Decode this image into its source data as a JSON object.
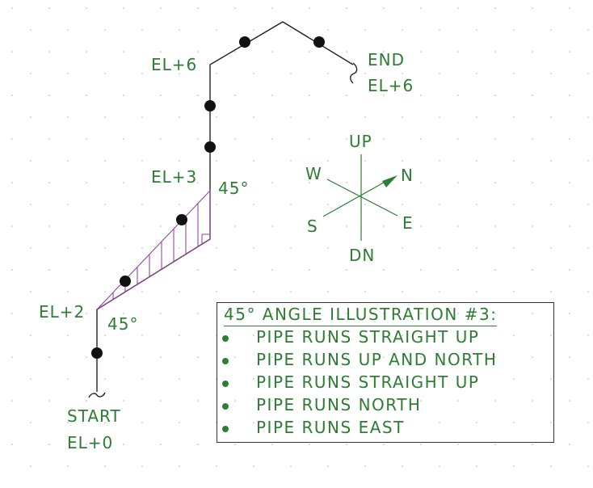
{
  "labels": {
    "el_plus_6_top": "EL+6",
    "el_plus_3": "EL+3",
    "el_plus_2": "EL+2",
    "angle_top": "45°",
    "angle_bottom": "45°",
    "end": "END",
    "end_elevation": "EL+6",
    "start": "START",
    "start_elevation": "EL+0"
  },
  "compass": {
    "up": "UP",
    "down": "DN",
    "north": "N",
    "south": "S",
    "east": "E",
    "west": "W"
  },
  "legend": {
    "title": "45° ANGLE ILLUSTRATION #3:",
    "items": [
      "PIPE RUNS STRAIGHT UP",
      "PIPE RUNS UP AND NORTH",
      "PIPE RUNS STRAIGHT UP",
      "PIPE RUNS NORTH",
      "PIPE RUNS EAST"
    ]
  },
  "colors": {
    "text": "#2e7d32",
    "pipe": "#222222",
    "hatch": "#8e3a96",
    "grid_dot": "#b0b0b0"
  }
}
